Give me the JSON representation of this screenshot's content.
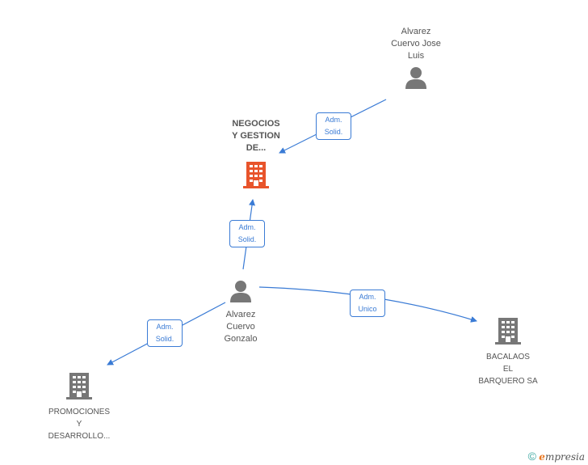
{
  "colors": {
    "edge": "#3a7bd5",
    "person": "#777777",
    "company": "#777777",
    "focus_company": "#e8542b"
  },
  "nodes": {
    "alvarez_jose": {
      "label": "Alvarez\nCuervo Jose\nLuis",
      "icon": "person-icon"
    },
    "negocios": {
      "label": "NEGOCIOS\nY GESTION\nDE...",
      "icon": "building-icon"
    },
    "alvarez_gonzalo": {
      "label": "Alvarez\nCuervo\nGonzalo",
      "icon": "person-icon"
    },
    "promociones": {
      "label": "PROMOCIONES\nY\nDESARROLLO...",
      "icon": "building-icon"
    },
    "bacalaos": {
      "label": "BACALAOS\nEL\nBARQUERO SA",
      "icon": "building-icon"
    }
  },
  "edges": {
    "jose_negocios": "Adm.\nSolid.",
    "gonzalo_negocios": "Adm.\nSolid.",
    "gonzalo_promociones": "Adm.\nSolid.",
    "gonzalo_bacalaos": "Adm.\nUnico"
  },
  "footer": {
    "copyright": "©",
    "brand_initial": "e",
    "brand_rest": "mpresia"
  }
}
